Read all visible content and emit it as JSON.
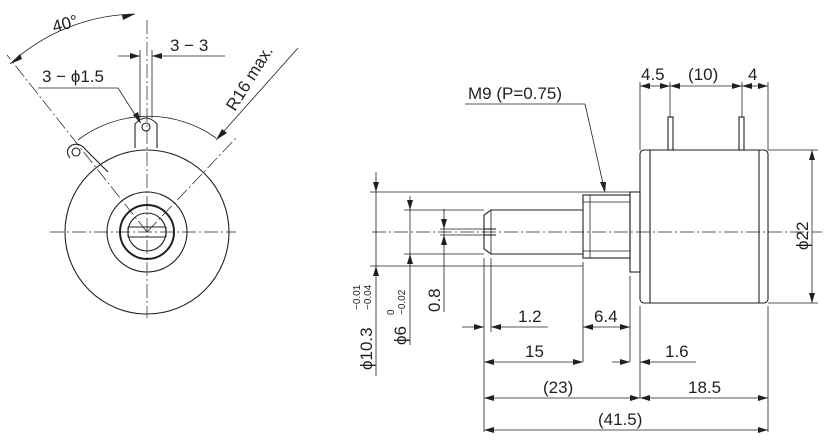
{
  "colors": {
    "line": "#231f20",
    "background": "#ffffff"
  },
  "front_view": {
    "angle": "40°",
    "hole_spacing": "3 − 3",
    "hole_diameter": "3 − ϕ1.5",
    "radius": "R16 max."
  },
  "side_view": {
    "thread": "M9 (P=0.75)",
    "lead_dim_a": "4.5",
    "lead_spacing": "(10)",
    "lead_dim_b": "4",
    "body_diameter": "ϕ22",
    "bushing_diameter": "ϕ10.3",
    "bushing_tolerance_upper": "−0.01",
    "bushing_tolerance_lower": "−0.04",
    "shaft_diameter": "ϕ6",
    "shaft_tolerance_upper": "0",
    "shaft_tolerance_lower": "−0.02",
    "slot_width": "0.8",
    "slot_depth": "1.2",
    "bushing_length": "6.4",
    "shaft_length": "15",
    "flange_thickness": "1.6",
    "front_length": "(23)",
    "body_length": "18.5",
    "overall_length": "(41.5)"
  }
}
